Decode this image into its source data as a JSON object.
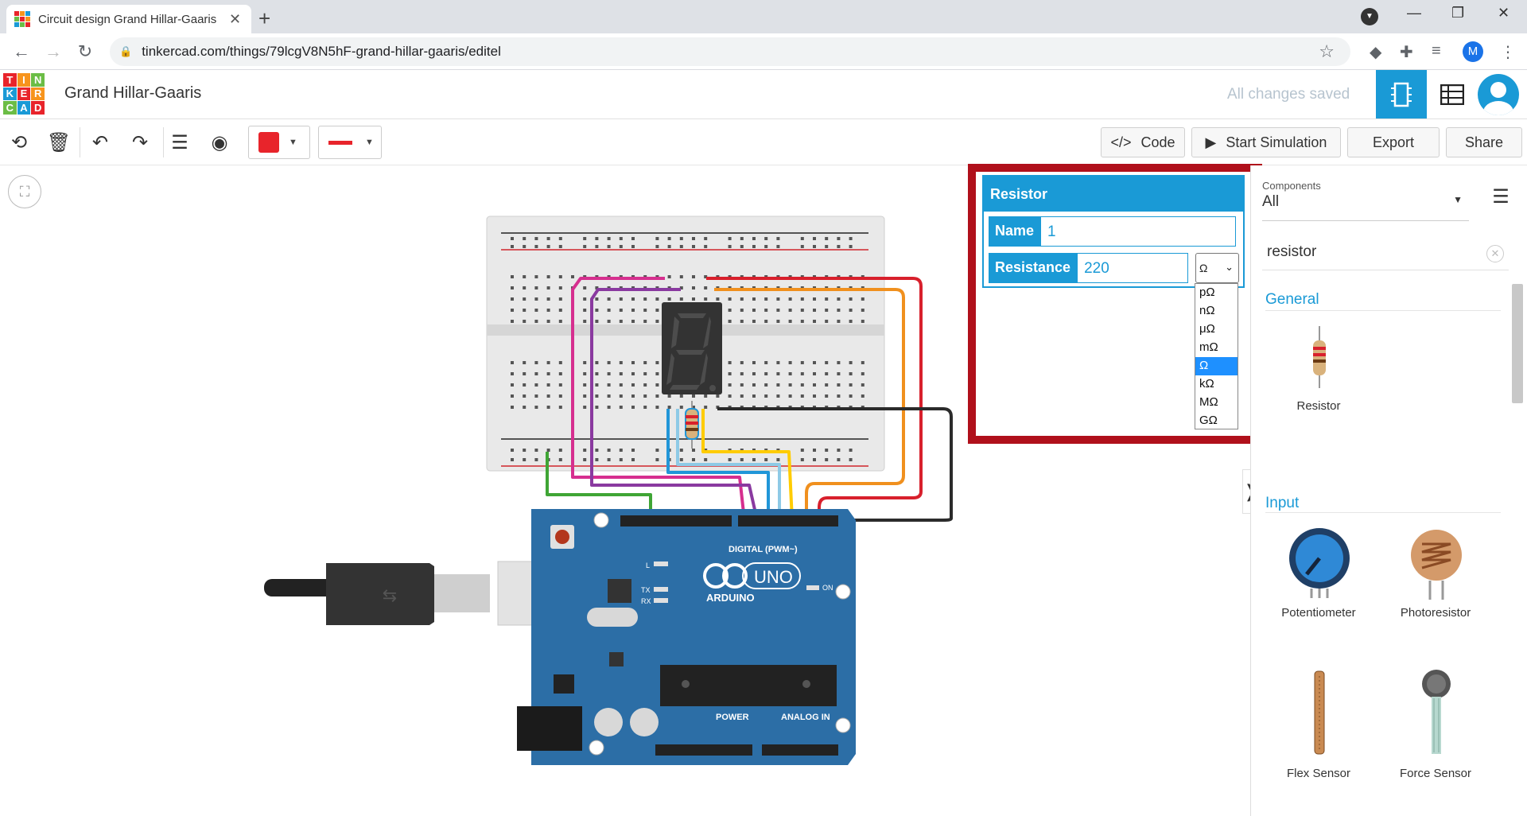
{
  "browser": {
    "tab_title": "Circuit design Grand Hillar-Gaaris",
    "url": "tinkercad.com/things/79lcgV8N5hF-grand-hillar-gaaris/editel",
    "profile_initial": "M"
  },
  "app": {
    "logo_letters": [
      "T",
      "I",
      "N",
      "K",
      "E",
      "R",
      "C",
      "A",
      "D"
    ],
    "design_title": "Grand Hillar-Gaaris",
    "save_status": "All changes saved"
  },
  "toolbar": {
    "code_label": "Code",
    "simulate_label": "Start Simulation",
    "export_label": "Export",
    "share_label": "Share",
    "wire_color": "#e8242b"
  },
  "inspector": {
    "title": "Resistor",
    "name_label": "Name",
    "name_value": "1",
    "resistance_label": "Resistance",
    "resistance_value": "220",
    "unit_selected": "Ω",
    "unit_options": [
      "pΩ",
      "nΩ",
      "μΩ",
      "mΩ",
      "Ω",
      "kΩ",
      "MΩ",
      "GΩ"
    ]
  },
  "panel": {
    "components_label": "Components",
    "components_value": "All",
    "search_value": "resistor",
    "sections": {
      "general": "General",
      "input": "Input"
    },
    "items": {
      "resistor": "Resistor",
      "potentiometer": "Potentiometer",
      "photoresistor": "Photoresistor",
      "flex_sensor": "Flex Sensor",
      "force_sensor": "Force Sensor"
    }
  },
  "board": {
    "arduino_brand": "ARDUINO",
    "arduino_model": "UNO",
    "digital_label": "DIGITAL (PWM~)",
    "power_label": "POWER",
    "analog_label": "ANALOG IN",
    "on_label": "ON",
    "tx_label": "TX",
    "rx_label": "RX",
    "l_label": "L"
  },
  "colors": {
    "accent": "#1a9ad6",
    "highlight": "#b0101b",
    "board_blue": "#2c6ea6"
  }
}
